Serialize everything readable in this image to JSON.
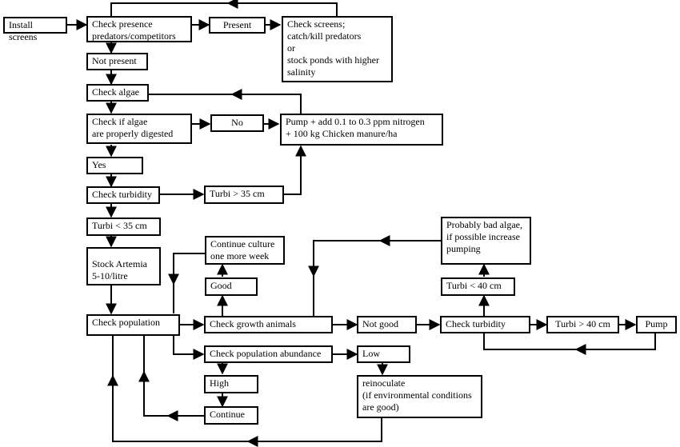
{
  "diagram": {
    "type": "flowchart",
    "nodes": {
      "install_screens": "Install screens",
      "check_presence": "Check presence\npredators/competitors",
      "present": "Present",
      "check_screens": "Check screens;\ncatch/kill predators\nor\nstock ponds with higher\nsalinity",
      "not_present": "Not present",
      "check_algae": "Check algae",
      "check_digested": "Check if algae\nare properly digested",
      "no": "No",
      "pump_add": "Pump + add 0.1 to 0.3 ppm nitrogen\n+ 100 kg Chicken manure/ha",
      "yes": "Yes",
      "check_turbidity_1": "Check turbidity",
      "turbi_gt_35": "Turbi > 35 cm",
      "turbi_lt_35": "Turbi < 35 cm",
      "stock_artemia": "Stock Artemia\n5-10/litre",
      "continue_culture": "Continue culture\none more week",
      "good": "Good",
      "probably_bad_algae": "Probably bad algae,\nif possible increase\npumping",
      "turbi_lt_40": "Turbi < 40 cm",
      "check_population": "Check population",
      "check_growth": "Check growth animals",
      "not_good": "Not good",
      "check_turbidity_2": "Check turbidity",
      "turbi_gt_40": "Turbi > 40 cm",
      "pump": "Pump",
      "check_abundance": "Check population abundance",
      "low": "Low",
      "high": "High",
      "reinoculate": "reinoculate\n(if environmental conditions\nare good)",
      "continue": "Continue"
    },
    "edges": [
      [
        "install_screens",
        "check_presence"
      ],
      [
        "check_presence",
        "present"
      ],
      [
        "present",
        "check_screens"
      ],
      [
        "check_screens",
        "check_presence"
      ],
      [
        "check_presence",
        "not_present"
      ],
      [
        "not_present",
        "check_algae"
      ],
      [
        "check_algae",
        "check_digested"
      ],
      [
        "check_digested",
        "no"
      ],
      [
        "no",
        "pump_add"
      ],
      [
        "pump_add",
        "check_algae"
      ],
      [
        "check_digested",
        "yes"
      ],
      [
        "yes",
        "check_turbidity_1"
      ],
      [
        "check_turbidity_1",
        "turbi_gt_35"
      ],
      [
        "turbi_gt_35",
        "pump_add"
      ],
      [
        "check_turbidity_1",
        "turbi_lt_35"
      ],
      [
        "turbi_lt_35",
        "stock_artemia"
      ],
      [
        "stock_artemia",
        "check_population"
      ],
      [
        "check_population",
        "check_growth"
      ],
      [
        "check_growth",
        "good"
      ],
      [
        "good",
        "continue_culture"
      ],
      [
        "continue_culture",
        "check_population"
      ],
      [
        "check_growth",
        "not_good"
      ],
      [
        "not_good",
        "check_turbidity_2"
      ],
      [
        "check_turbidity_2",
        "turbi_lt_40"
      ],
      [
        "turbi_lt_40",
        "probably_bad_algae"
      ],
      [
        "probably_bad_algae",
        "check_growth"
      ],
      [
        "check_turbidity_2",
        "turbi_gt_40"
      ],
      [
        "turbi_gt_40",
        "pump"
      ],
      [
        "pump",
        "check_turbidity_2"
      ],
      [
        "check_population",
        "check_abundance"
      ],
      [
        "check_abundance",
        "high"
      ],
      [
        "high",
        "continue"
      ],
      [
        "continue",
        "check_population"
      ],
      [
        "check_abundance",
        "low"
      ],
      [
        "low",
        "reinoculate"
      ],
      [
        "reinoculate",
        "check_population"
      ]
    ]
  }
}
